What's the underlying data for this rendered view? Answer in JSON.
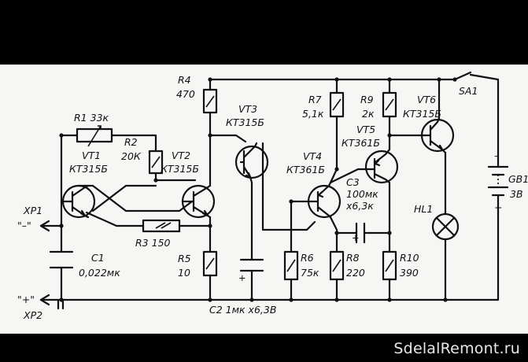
{
  "labels": {
    "r1": "R1 33к",
    "r2_name": "R2",
    "r2_val": "20К",
    "r3": "R3 150",
    "r4_name": "R4",
    "r4_val": "470",
    "r5_name": "R5",
    "r5_val": "10",
    "r6_name": "R6",
    "r6_val": "75к",
    "r7_name": "R7",
    "r7_val": "5,1к",
    "r8_name": "R8",
    "r8_val": "220",
    "r9_name": "R9",
    "r9_val": "2к",
    "r10_name": "R10",
    "r10_val": "390",
    "c1_name": "C1",
    "c1_val": "0,022мк",
    "c2": "C2 1мк х6,3В",
    "c3_name": "C3",
    "c3_val1": "100мк",
    "c3_val2": "х6,3к",
    "vt1_name": "VT1",
    "vt1_type": "КТ315Б",
    "vt2_name": "VT2",
    "vt2_type": "КТ315Б",
    "vt3_name": "VT3",
    "vt3_type": "КТ315Б",
    "vt4_name": "VT4",
    "vt4_type": "КТ361Б",
    "vt5_name": "VT5",
    "vt5_type": "КТ361Б",
    "vt6_name": "VT6",
    "vt6_type": "КТ315Б",
    "sa1": "SA1",
    "gb1_name": "GB1",
    "gb1_val": "3В",
    "hl1": "HL1",
    "xp1": "ХР1",
    "xp2": "ХР2",
    "minus_terminal": "\"–\"",
    "plus_terminal": "\"+\"",
    "gb_minus": "–",
    "gb_plus": "+",
    "c2_plus": "+",
    "c3_plus": "+"
  },
  "watermark": "SdelalRemont.ru"
}
